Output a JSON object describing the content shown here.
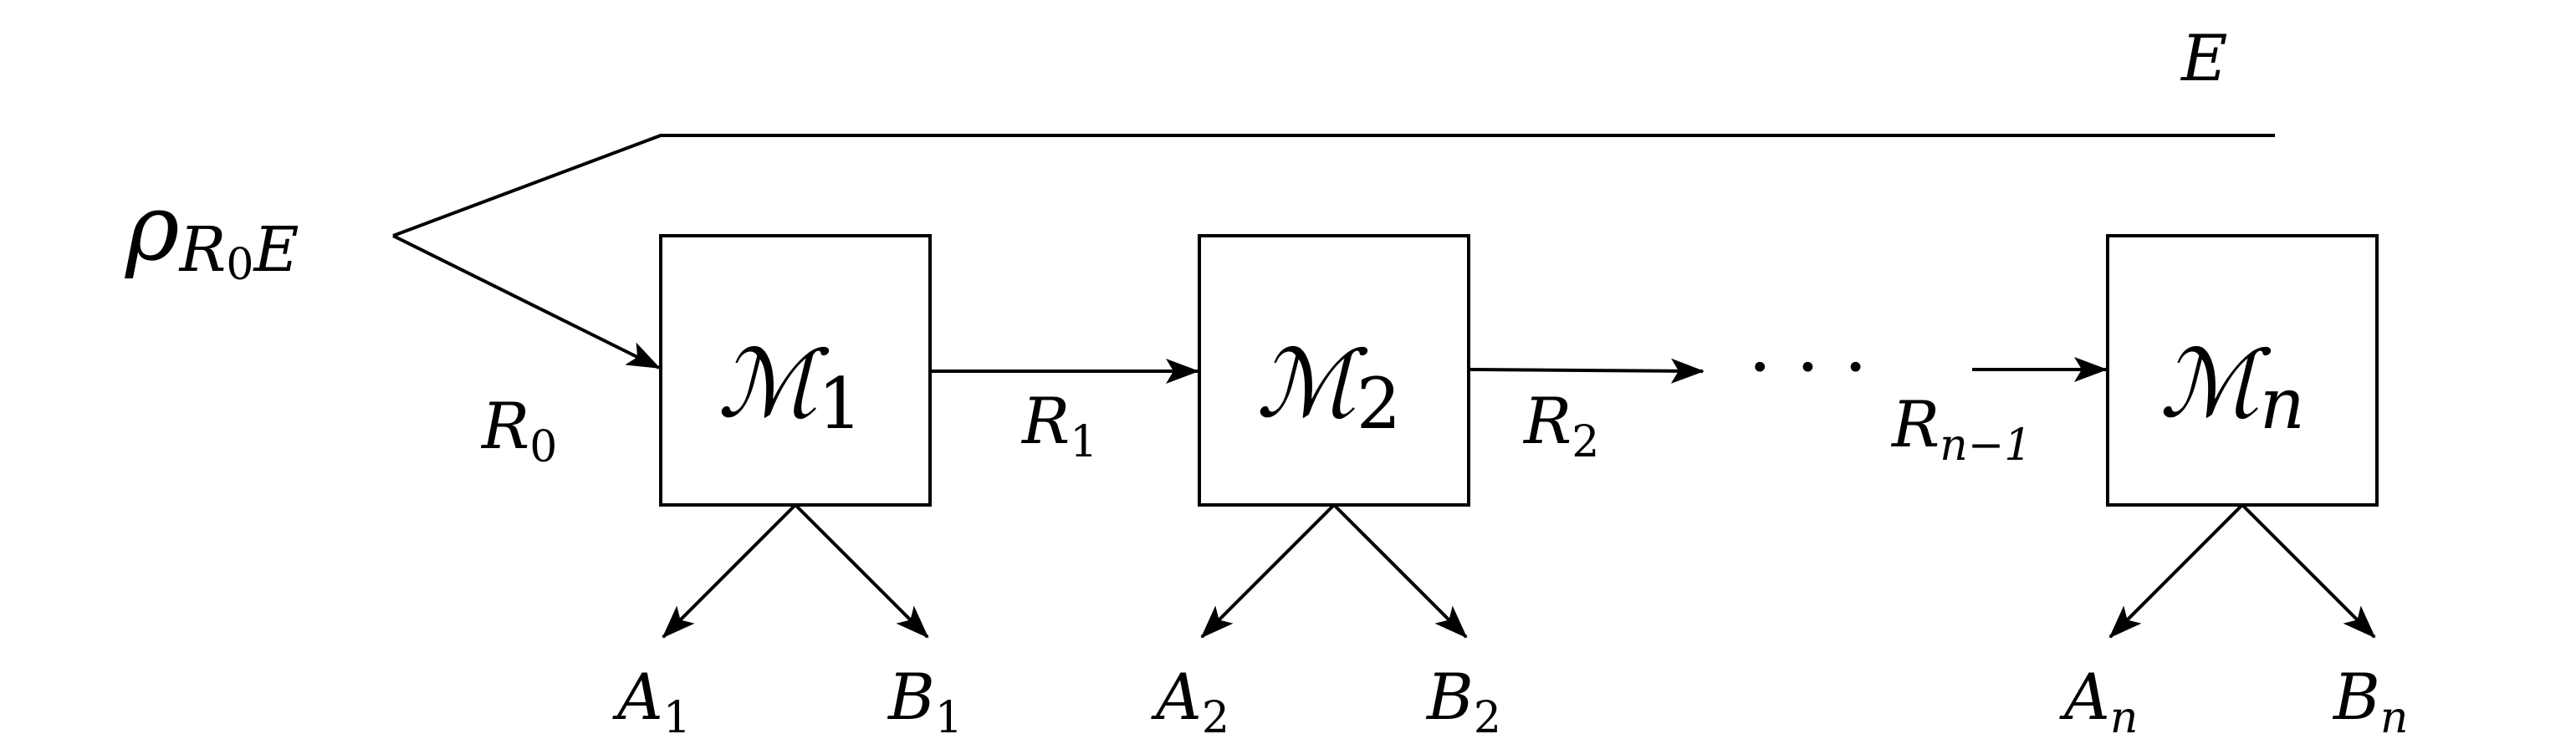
{
  "diagram": {
    "state": {
      "symbol": "ρ",
      "subscript_R": "R",
      "subscript_index": "0",
      "subscript_E": "E"
    },
    "environment_label": "E",
    "initial_register": {
      "symbol": "R",
      "index": "0"
    },
    "ellipsis": "· · ·",
    "maps": [
      {
        "symbol": "ℳ",
        "index": "1"
      },
      {
        "symbol": "ℳ",
        "index": "2"
      },
      {
        "symbol": "ℳ",
        "index": "n"
      }
    ],
    "registers": [
      {
        "symbol": "R",
        "index": "1"
      },
      {
        "symbol": "R",
        "index": "2"
      },
      {
        "symbol": "R",
        "index": "n−1"
      }
    ],
    "outputs": [
      {
        "a_symbol": "A",
        "a_index": "1",
        "b_symbol": "B",
        "b_index": "1"
      },
      {
        "a_symbol": "A",
        "a_index": "2",
        "b_symbol": "B",
        "b_index": "2"
      },
      {
        "a_symbol": "A",
        "a_index": "n",
        "b_symbol": "B",
        "b_index": "n"
      }
    ]
  }
}
